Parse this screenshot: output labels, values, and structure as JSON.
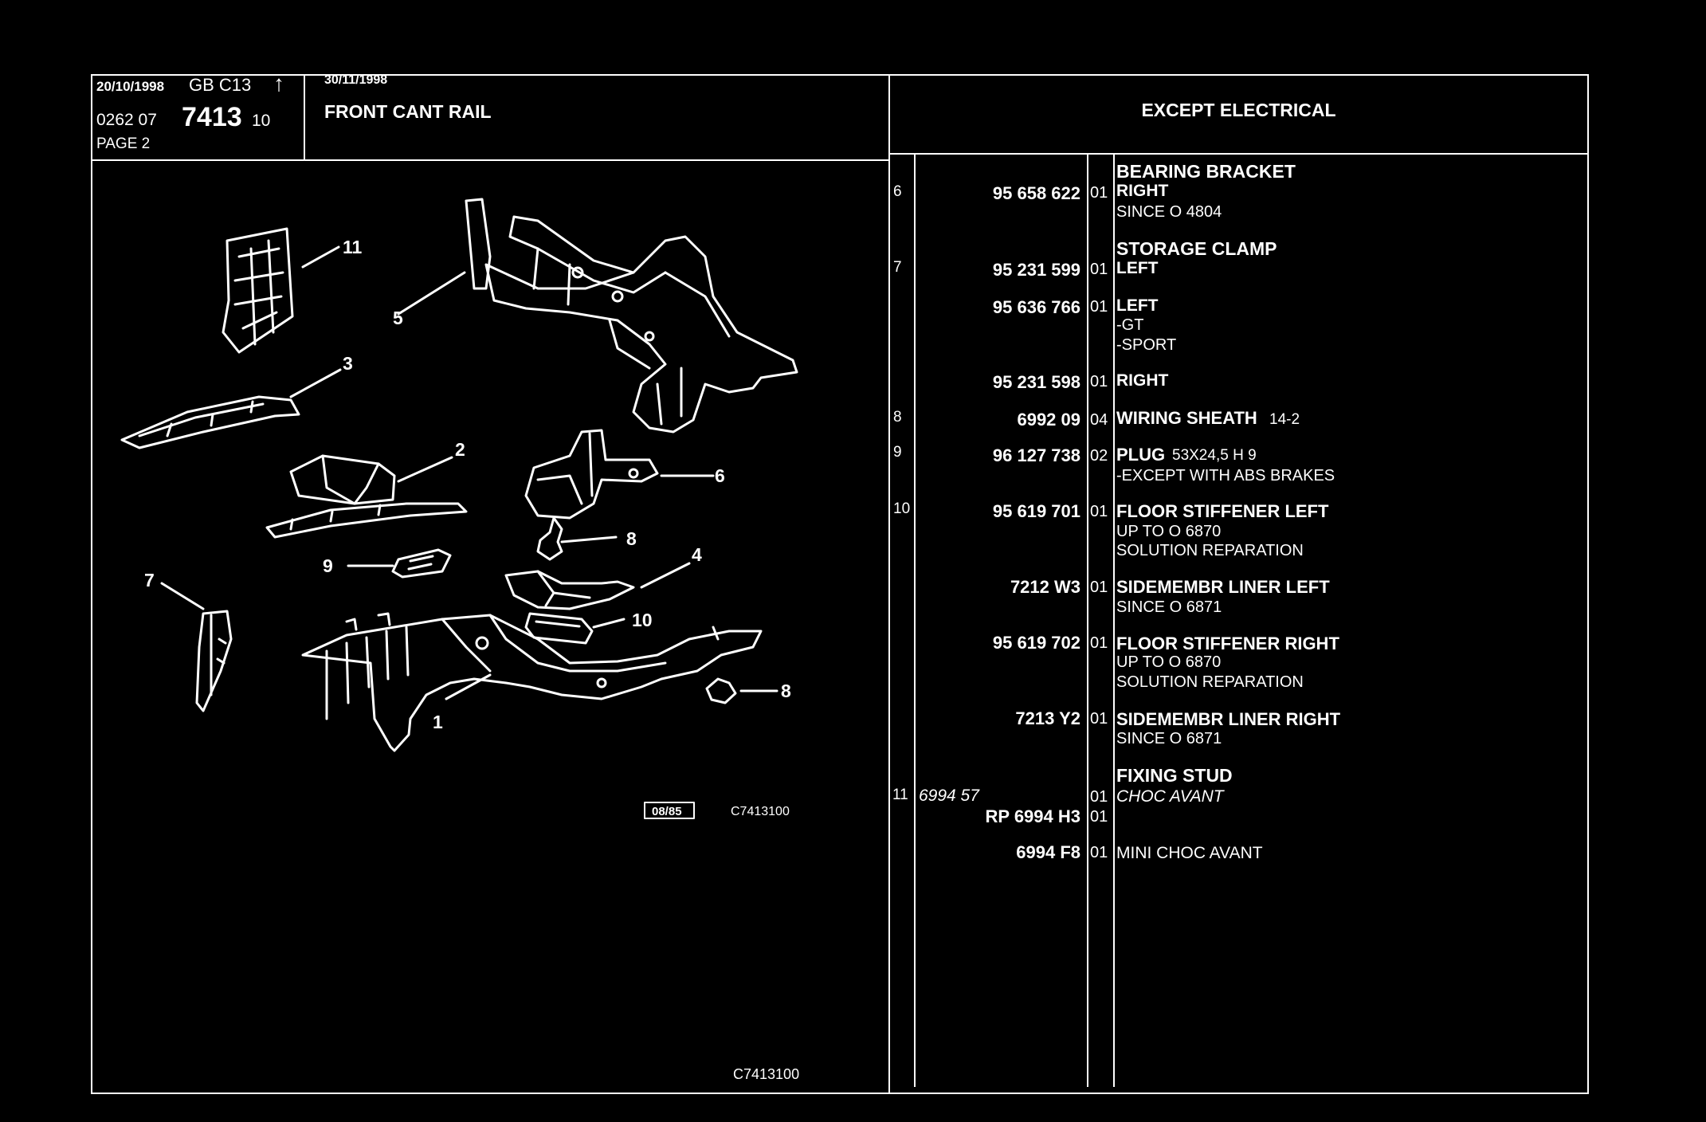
{
  "header": {
    "date1": "20/10/1998",
    "lang_model": "GB  C13",
    "ref_prefix": "0262  07",
    "ref_main": "7413",
    "ref_suffix": "10",
    "page": "PAGE  2",
    "date2": "30/11/1998",
    "title": "FRONT CANT RAIL",
    "section": "EXCEPT  ELECTRICAL"
  },
  "diagram": {
    "callouts": [
      "11",
      "5",
      "3",
      "2",
      "6",
      "8",
      "9",
      "4",
      "7",
      "10",
      "8",
      "1"
    ],
    "stamp": "08/85",
    "code_small": "C7413100",
    "code_bottom": "C7413100"
  },
  "parts": [
    {
      "ref": "",
      "part_no": "",
      "qty": "",
      "lines": [
        "BEARING BRACKET"
      ],
      "heading": true
    },
    {
      "ref": "6",
      "part_no": "95 658 622",
      "qty": "01",
      "lines": [
        "RIGHT",
        "SINCE  O  4804"
      ]
    },
    {
      "ref": "",
      "part_no": "",
      "qty": "",
      "lines": [
        "STORAGE  CLAMP"
      ],
      "heading": true
    },
    {
      "ref": "7",
      "part_no": "95 231 599",
      "qty": "01",
      "lines": [
        "LEFT"
      ]
    },
    {
      "ref": "",
      "part_no": "95 636 766",
      "qty": "01",
      "lines": [
        "LEFT",
        "-GT",
        "-SPORT"
      ]
    },
    {
      "ref": "",
      "part_no": "95 231 598",
      "qty": "01",
      "lines": [
        "RIGHT"
      ]
    },
    {
      "ref": "8",
      "part_no": "6992 09",
      "qty": "04",
      "lines": [
        "WIRING SHEATH",
        "14-2"
      ]
    },
    {
      "ref": "9",
      "part_no": "96 127 738",
      "qty": "02",
      "lines": [
        "PLUG",
        "53X24,5  H  9",
        "-EXCEPT  WITH  ABS  BRAKES"
      ]
    },
    {
      "ref": "10",
      "part_no": "95 619 701",
      "qty": "01",
      "lines": [
        "FLOOR STIFFENER LEFT",
        "UP  TO  O  6870",
        "SOLUTION  REPARATION"
      ]
    },
    {
      "ref": "",
      "part_no": "7212  W3",
      "qty": "01",
      "lines": [
        "SIDEMEMBR  LINER  LEFT",
        "SINCE  O  6871"
      ]
    },
    {
      "ref": "",
      "part_no": "95 619 702",
      "qty": "01",
      "lines": [
        "FLOOR STIFFENER RIGHT",
        "UP  TO  O  6870",
        "SOLUTION  REPARATION"
      ]
    },
    {
      "ref": "",
      "part_no": "7213  Y2",
      "qty": "01",
      "lines": [
        "SIDEMEMBR LINER RIGHT",
        "SINCE  O  6871"
      ]
    },
    {
      "ref": "",
      "part_no": "",
      "qty": "",
      "lines": [
        "FIXING  STUD"
      ],
      "heading": true
    },
    {
      "ref": "11",
      "part_no": "6994  57",
      "qty": "01",
      "lines": [
        "CHOC  AVANT"
      ]
    },
    {
      "ref": "",
      "part_no": "RP  6994  H3",
      "qty": "01",
      "lines": []
    },
    {
      "ref": "",
      "part_no": "6994  F8",
      "qty": "01",
      "lines": [
        "MINI  CHOC  AVANT"
      ]
    }
  ],
  "colors": {
    "background": "#000000",
    "foreground": "#ffffff"
  }
}
